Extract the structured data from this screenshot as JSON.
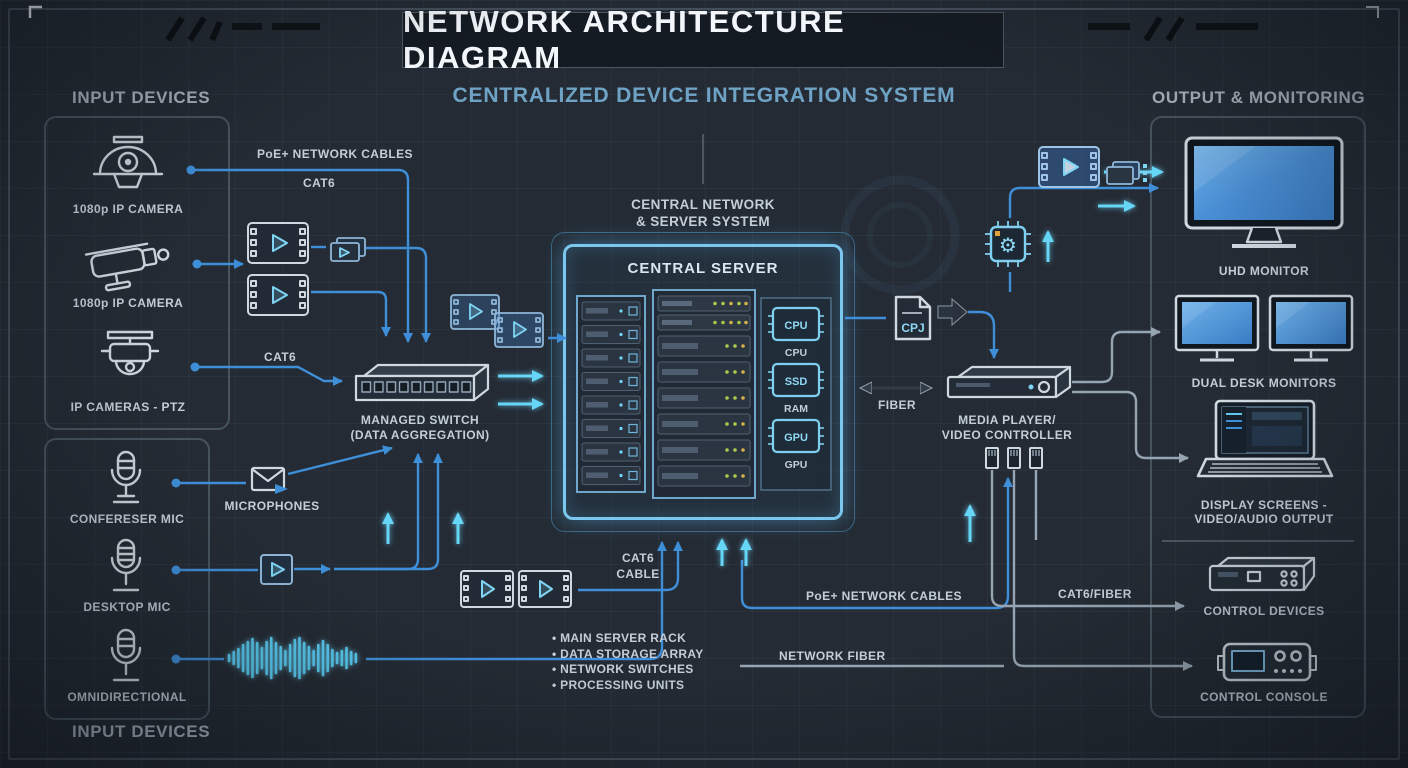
{
  "colors": {
    "accent_blue": "#3e8ed8",
    "accent_cyan": "#66d6f7",
    "line_gray": "#97a5b3",
    "panel_border": "#46545f",
    "server_glow": "#7cc7ee",
    "text": "#c3ced9",
    "subtitle": "#6fa3c6"
  },
  "header": {
    "title": "NETWORK ARCHITECTURE DIAGRAM",
    "subtitle": "CENTRALIZED DEVICE INTEGRATION SYSTEM"
  },
  "sections": {
    "input_top": "INPUT DEVICES",
    "input_bottom": "INPUT DEVICES",
    "output": "OUTPUT & MONITORING"
  },
  "inputs": {
    "cameras": [
      {
        "label": "1080p IP CAMERA"
      },
      {
        "label": "1080p IP CAMERA"
      },
      {
        "label": "IP CAMERAS - PTZ"
      }
    ],
    "mics": [
      {
        "label": "CONFERESER MIC"
      },
      {
        "label": "DESKTOP MIC"
      },
      {
        "label": "OMNIDIRECTIONAL"
      }
    ]
  },
  "labels": {
    "poe_top": "PoE+ NETWORK CABLES",
    "cat6_top": "CAT6",
    "cat6_ptz": "CAT6",
    "microphones": "MICROPHONES",
    "cat6_cable_1": "CAT6",
    "cat6_cable_2": "CABLE",
    "poe_bottom": "PoE+ NETWORK CABLES",
    "network_fiber": "NETWORK FIBER",
    "fiber": "FIBER",
    "cat6_fiber": "CAT6/FIBER"
  },
  "switch": {
    "line1": "MANAGED SWITCH",
    "line2": "(DATA AGGREGATION)"
  },
  "central": {
    "header_line1": "CENTRAL NETWORK",
    "header_line2": "& SERVER SYSTEM",
    "server_title": "CENTRAL SERVER",
    "chips": [
      {
        "chip": "CPU",
        "label": "CPU"
      },
      {
        "chip": "SSD",
        "label": "RAM"
      },
      {
        "chip": "GPU",
        "label": "GPU"
      }
    ],
    "components": [
      "• MAIN SERVER RACK",
      "• DATA STORAGE ARRAY",
      "• NETWORK SWITCHES",
      "• PROCESSING UNITS"
    ]
  },
  "media_player": {
    "line1": "MEDIA PLAYER/",
    "line2": "VIDEO CONTROLLER",
    "doc_label": "CPJ"
  },
  "outputs": [
    {
      "label": "UHD MONITOR"
    },
    {
      "label": "DUAL DESK MONITORS"
    },
    {
      "label": "DISPLAY SCREENS -",
      "label2": "VIDEO/AUDIO OUTPUT"
    },
    {
      "label": "CONTROL DEVICES"
    },
    {
      "label": "CONTROL CONSOLE"
    }
  ]
}
